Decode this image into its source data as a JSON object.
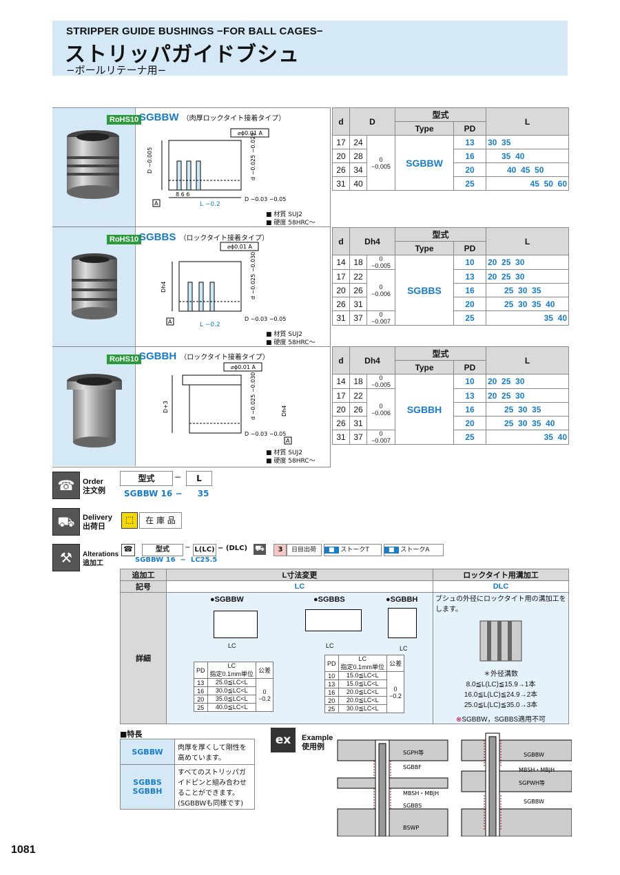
{
  "header": {
    "title_en": "STRIPPER GUIDE BUSHINGS −FOR BALL CAGES−",
    "title_jp": "ストリッパガイドブシュ",
    "subtitle_jp": "−ボールリテーナ用−"
  },
  "products": [
    {
      "rohs": "RoHS10",
      "name": "SGBBW",
      "desc": "（肉厚ロックタイト接着タイプ）",
      "material_label": "材質",
      "material": "SUJ2",
      "hardness_label": "硬度",
      "hardness": "58HRC〜",
      "headers": {
        "d": "d",
        "D": "D",
        "type_jp": "型式",
        "type_en": "Type",
        "pd": "PD",
        "l": "L"
      },
      "type": "SGBBW",
      "rows": [
        {
          "d": "17",
          "D": "24",
          "pd": "13",
          "L": "30  35"
        },
        {
          "d": "20",
          "D": "28",
          "pd": "16",
          "L": "35  40"
        },
        {
          "d": "26",
          "D": "34",
          "pd": "20",
          "L": "40  45  50"
        },
        {
          "d": "31",
          "D": "40",
          "pd": "25",
          "L": "45  50  60"
        }
      ],
      "tol": [
        "0\n−0.005"
      ]
    },
    {
      "rohs": "RoHS10",
      "name": "SGBBS",
      "desc": "（ロックタイト接着タイプ）",
      "material_label": "材質",
      "material": "SUJ2",
      "hardness_label": "硬度",
      "hardness": "58HRC〜",
      "headers": {
        "d": "d",
        "D": "Dh4",
        "type_jp": "型式",
        "type_en": "Type",
        "pd": "PD",
        "l": "L"
      },
      "type": "SGBBS",
      "rows": [
        {
          "d": "14",
          "D": "18",
          "pd": "10",
          "L": "20  25  30"
        },
        {
          "d": "17",
          "D": "22",
          "pd": "13",
          "L": "20  25  30"
        },
        {
          "d": "20",
          "D": "26",
          "pd": "16",
          "L": "25  30  35"
        },
        {
          "d": "26",
          "D": "31",
          "pd": "20",
          "L": "25  30  35  40"
        },
        {
          "d": "31",
          "D": "37",
          "pd": "25",
          "L": "35  40"
        }
      ],
      "tol": [
        "0\n−0.005",
        "0\n−0.006",
        "0\n−0.007"
      ]
    },
    {
      "rohs": "RoHS10",
      "name": "SGBBH",
      "desc": "（ロックタイト接着タイプ）",
      "material_label": "材質",
      "material": "SUJ2",
      "hardness_label": "硬度",
      "hardness": "58HRC〜",
      "headers": {
        "d": "d",
        "D": "Dh4",
        "type_jp": "型式",
        "type_en": "Type",
        "pd": "PD",
        "l": "L"
      },
      "type": "SGBBH",
      "rows": [
        {
          "d": "14",
          "D": "18",
          "pd": "10",
          "L": "20  25  30"
        },
        {
          "d": "17",
          "D": "22",
          "pd": "13",
          "L": "20  25  30"
        },
        {
          "d": "20",
          "D": "26",
          "pd": "16",
          "L": "25  30  35"
        },
        {
          "d": "26",
          "D": "31",
          "pd": "20",
          "L": "25  30  35  40"
        },
        {
          "d": "31",
          "D": "37",
          "pd": "25",
          "L": "35  40"
        }
      ],
      "tol": [
        "0\n−0.005",
        "0\n−0.006",
        "0\n−0.007"
      ]
    }
  ],
  "order": {
    "label_en": "Order",
    "label_jp": "注文例",
    "col1": "型式",
    "dash": "−",
    "col2": "L",
    "example_type": "SGBBW 16",
    "example_dash": "−",
    "example_l": "35"
  },
  "delivery": {
    "label_en": "Delivery",
    "label_jp": "出荷日",
    "value": "在 庫 品"
  },
  "alterations": {
    "label_en": "Alterations",
    "label_jp": "追加工",
    "code_type": "型式",
    "code_lc": "L(LC)",
    "code_dlc": "(DLC)",
    "example": "SGBBW 16  −  LC25.5",
    "days_num": "3",
    "days_text": "日目出荷",
    "stock_t": "ストークT",
    "stock_a": "ストークA",
    "table": {
      "h_alt": "追加工",
      "h_sym": "記号",
      "h_detail": "詳細",
      "lc_title": "L寸法変更",
      "lc_code": "LC",
      "dlc_title": "ロックタイト用溝加工",
      "dlc_code": "DLC",
      "sgbbw_label": "●SGBBW",
      "sgbbs_label": "●SGBBS",
      "sgbbh_label": "●SGBBH",
      "lc_dim": "LC",
      "mini_head": {
        "pd": "PD",
        "lc": "LC\n指定0.1mm単位",
        "tol": "公差"
      },
      "mini_w": [
        {
          "pd": "13",
          "lc": "25.0≦LC<L"
        },
        {
          "pd": "16",
          "lc": "30.0≦LC<L"
        },
        {
          "pd": "20",
          "lc": "35.0≦LC<L"
        },
        {
          "pd": "25",
          "lc": "40.0≦LC<L"
        }
      ],
      "mini_s": [
        {
          "pd": "10",
          "lc": "15.0≦LC<L"
        },
        {
          "pd": "13",
          "lc": "15.0≦LC<L"
        },
        {
          "pd": "16",
          "lc": "20.0≦LC<L"
        },
        {
          "pd": "20",
          "lc": "20.0≦LC<L"
        },
        {
          "pd": "25",
          "lc": "30.0≦LC<L"
        }
      ],
      "mini_tol": "0\n−0.2",
      "dlc_desc": "ブシュの外径にロックタイト用の溝加工をします。",
      "dlc_count_title": "＊外径溝数",
      "dlc_counts": [
        "8.0≦L(LC)≦15.9→1本",
        "16.0≦L(LC)≦24.9→2本",
        "25.0≦L(LC)≦35.0→3本"
      ],
      "dlc_note": "SGBBW，SGBBS適用不可"
    }
  },
  "features": {
    "title": "■特長",
    "rows": [
      {
        "name": "SGBBW",
        "text": "肉厚を厚くして剛性を高めています。"
      },
      {
        "name": "SGBBS\nSGBBH",
        "text": "すべてのストリッパガイドピンと組み合わせることができます。\n(SGBBWも同様です)"
      }
    ]
  },
  "example": {
    "label_en": "Example",
    "label_jp": "使用例",
    "left_labels": [
      "SGPH等",
      "SGBBF",
      "MBSH・MBJH",
      "SGBBS",
      "BSWP"
    ],
    "right_labels": [
      "SGBBW",
      "MBSH・MBJH",
      "SGPWH等",
      "SGBBW"
    ]
  },
  "page_number": "1081",
  "colors": {
    "accent": "#1a7cc6",
    "header_bg": "#d4e8f5",
    "rohs": "#2a9a3a"
  }
}
